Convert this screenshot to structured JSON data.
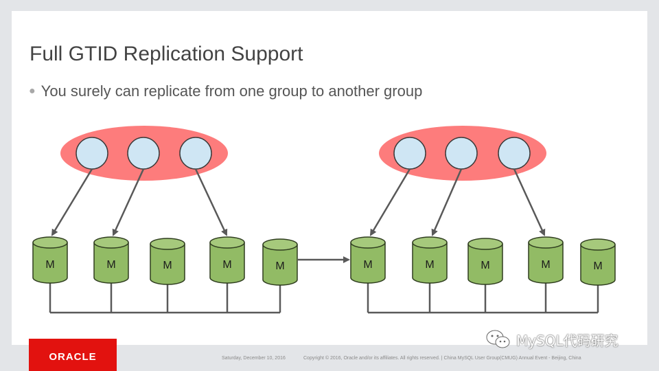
{
  "slide": {
    "title": "Full GTID Replication Support",
    "bullets": [
      "You surely can replicate from one group to another group"
    ]
  },
  "diagram": {
    "cylinder_label": "M",
    "colors": {
      "group_ellipse": "#fd7c7c",
      "node_circle": "#cfe6f4",
      "cylinder_fill": "#92bb65",
      "cylinder_top": "#a6c97c",
      "line": "#595959"
    }
  },
  "footer": {
    "date": "Saturday, December 10, 2016",
    "copyright": "Copyright © 2016, Oracle and/or its affiliates. All rights reserved.  |  China MySQL User Group(CMUG) Annual Event - Beijing, China"
  },
  "logo": {
    "text": "ORACLE",
    "color": "#e2120f"
  },
  "watermark": {
    "icon": "wechat-icon",
    "text": "MySQL代码研究"
  }
}
